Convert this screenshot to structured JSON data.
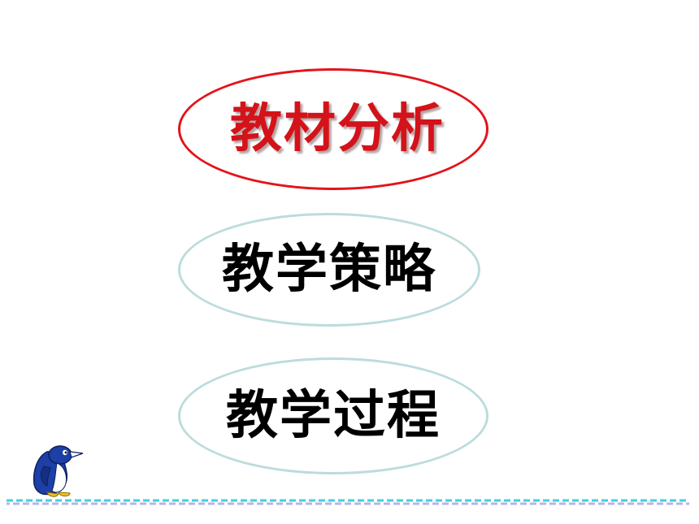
{
  "slide": {
    "menu": [
      {
        "id": "analysis",
        "label": "教材分析",
        "active": true
      },
      {
        "id": "strategy",
        "label": "教学策略",
        "active": false
      },
      {
        "id": "process",
        "label": "教学过程",
        "active": false
      }
    ]
  },
  "decorations": {
    "mascot_icon": "penguin-icon",
    "ground_line": "dashed-line"
  },
  "colors": {
    "active_border": "#e3141b",
    "active_text": "#d4121a",
    "inactive_border": "#bcdcdc",
    "inactive_text": "#000000",
    "line_cyan": "#40d0e0",
    "line_lavender": "#b8b4e8"
  }
}
